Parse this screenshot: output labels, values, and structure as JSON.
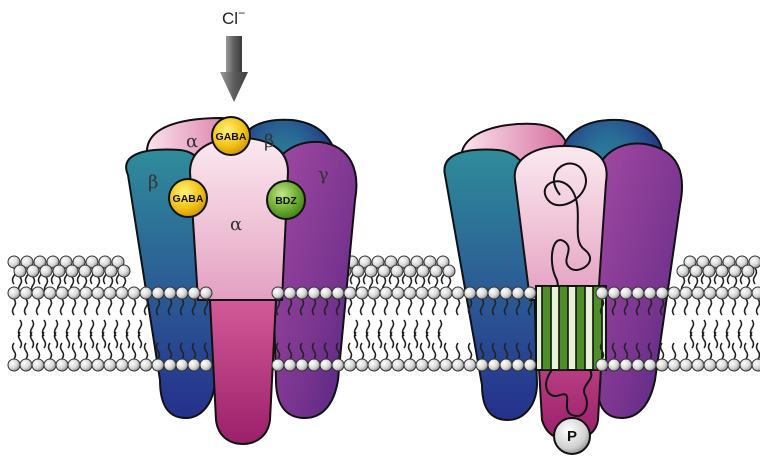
{
  "ion": {
    "label": "Cl",
    "charge": "−"
  },
  "left_receptor": {
    "subunits": {
      "alpha_back": "α",
      "beta_back": "β",
      "beta_left": "β",
      "gamma": "γ",
      "alpha_front": "α"
    },
    "ligands": {
      "gaba_top": "GABA",
      "gaba_left": "GABA",
      "bdz": "BDZ"
    }
  },
  "right_receptor": {
    "phospho_label": "P"
  },
  "colors": {
    "blue": "#2a5d8f",
    "teal": "#2f8d93",
    "purple": "#8a3f94",
    "pink": "#d998b8",
    "light_pink": "#f6dde8",
    "magenta": "#b02f77",
    "gaba": "#f2c318",
    "bdz": "#6aab2f",
    "helix_green": "#4f8f2a"
  }
}
